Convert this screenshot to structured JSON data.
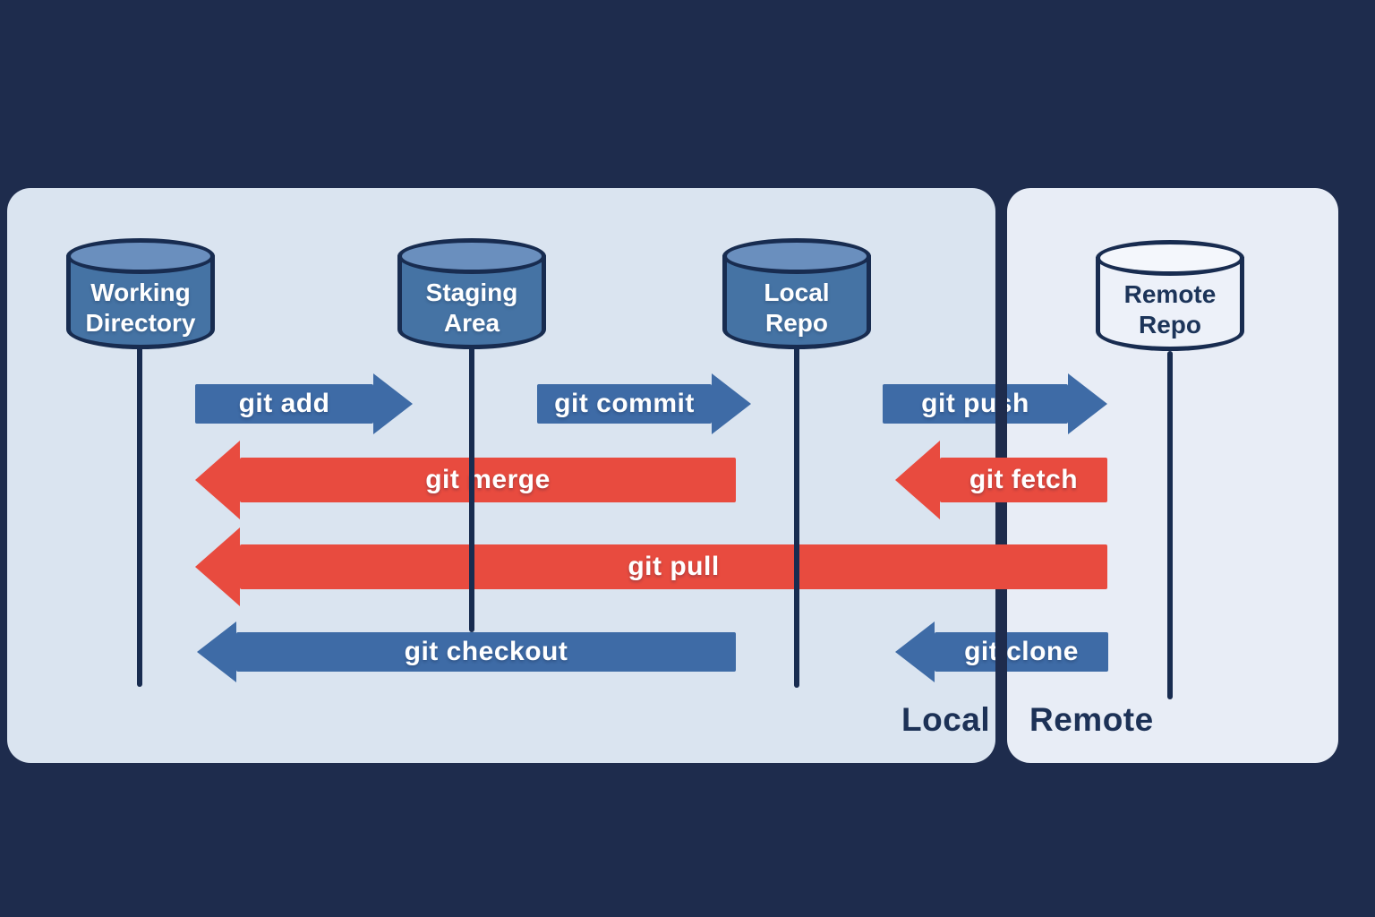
{
  "nodes": [
    {
      "id": "working-directory",
      "lines": [
        "Working",
        "Directory"
      ]
    },
    {
      "id": "staging-area",
      "lines": [
        "Staging",
        "Area"
      ]
    },
    {
      "id": "local-repo",
      "lines": [
        "Local",
        "Repo"
      ]
    },
    {
      "id": "remote-repo",
      "lines": [
        "Remote",
        "Repo"
      ]
    }
  ],
  "arrows": [
    {
      "id": "git-add",
      "label": "git add",
      "color": "blue",
      "direction": "right",
      "from": "working-directory",
      "to": "staging-area"
    },
    {
      "id": "git-commit",
      "label": "git commit",
      "color": "blue",
      "direction": "right",
      "from": "staging-area",
      "to": "local-repo"
    },
    {
      "id": "git-push",
      "label": "git push",
      "color": "blue",
      "direction": "right",
      "from": "local-repo",
      "to": "remote-repo"
    },
    {
      "id": "git-merge",
      "label": "git merge",
      "color": "red",
      "direction": "left",
      "from": "local-repo",
      "to": "working-directory"
    },
    {
      "id": "git-fetch",
      "label": "git fetch",
      "color": "red",
      "direction": "left",
      "from": "remote-repo",
      "to": "local-repo"
    },
    {
      "id": "git-pull",
      "label": "git pull",
      "color": "red",
      "direction": "left",
      "from": "remote-repo",
      "to": "working-directory"
    },
    {
      "id": "git-checkout",
      "label": "git checkout",
      "color": "blue",
      "direction": "left",
      "from": "local-repo",
      "to": "working-directory"
    },
    {
      "id": "git-clone",
      "label": "git clone",
      "color": "blue",
      "direction": "left",
      "from": "remote-repo",
      "to": "local-repo"
    }
  ],
  "zones": [
    {
      "id": "local",
      "label": "Local"
    },
    {
      "id": "remote",
      "label": "Remote"
    }
  ],
  "colors": {
    "background": "#1e2c4d",
    "local_panel": "#dae4f0",
    "remote_panel": "#e8edf6",
    "blue_arrow": "#3e6ba6",
    "red_arrow": "#e84b3f",
    "cylinder_body": "#4573a4",
    "cylinder_top": "#6a8fbe",
    "remote_cylinder_body": "#edf1f9",
    "remote_cylinder_top": "#f4f7fc",
    "outline": "#182c50",
    "zone_label_text": "#1c3156"
  }
}
